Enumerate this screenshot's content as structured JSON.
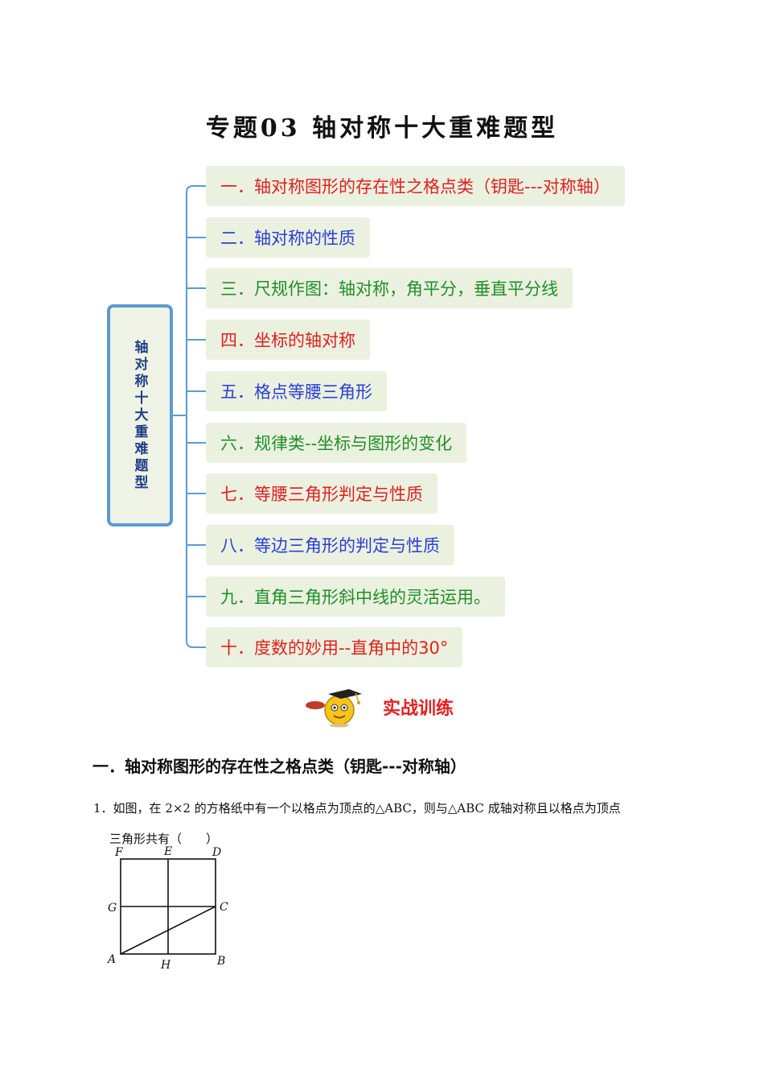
{
  "title": "专题03  轴对称十大重难题型",
  "mindmap": {
    "root": "轴对称十大重难题型",
    "nodes": [
      {
        "label": "一．轴对称图形的存在性之格点类（钥匙---对称轴）",
        "color": "red"
      },
      {
        "label": "二．轴对称的性质",
        "color": "blue"
      },
      {
        "label": "三．尺规作图：轴对称，角平分，垂直平分线",
        "color": "green"
      },
      {
        "label": "四．坐标的轴对称",
        "color": "red"
      },
      {
        "label": "五．格点等腰三角形",
        "color": "blue"
      },
      {
        "label": "六．规律类--坐标与图形的变化",
        "color": "green"
      },
      {
        "label": "七．等腰三角形判定与性质",
        "color": "red"
      },
      {
        "label": "八．等边三角形的判定与性质",
        "color": "blue"
      },
      {
        "label": "九．直角三角形斜中线的灵活运用。",
        "color": "green"
      },
      {
        "label": "十．度数的妙用--直角中的30°",
        "color": "red"
      }
    ]
  },
  "training": {
    "label": "实战训练",
    "mascot_icon": "scholar-mascot-icon"
  },
  "section": {
    "heading": "一．轴对称图形的存在性之格点类（钥匙---对称轴）"
  },
  "question": {
    "number": "1．",
    "line1": "如图，在 2×2 的方格纸中有一个以格点为顶点的△ABC，则与△ABC 成轴对称且以格点为顶点",
    "line2": "三角形共有（　　）"
  },
  "figure": {
    "points": {
      "F": "F",
      "E": "E",
      "D": "D",
      "G": "G",
      "C": "C",
      "A": "A",
      "H": "H",
      "B": "B"
    }
  },
  "colors": {
    "red": "#e02020",
    "blue": "#2a3fd6",
    "green": "#1f8f2a",
    "connector": "#5b9bd5",
    "node_bg": "#ebf1df"
  }
}
